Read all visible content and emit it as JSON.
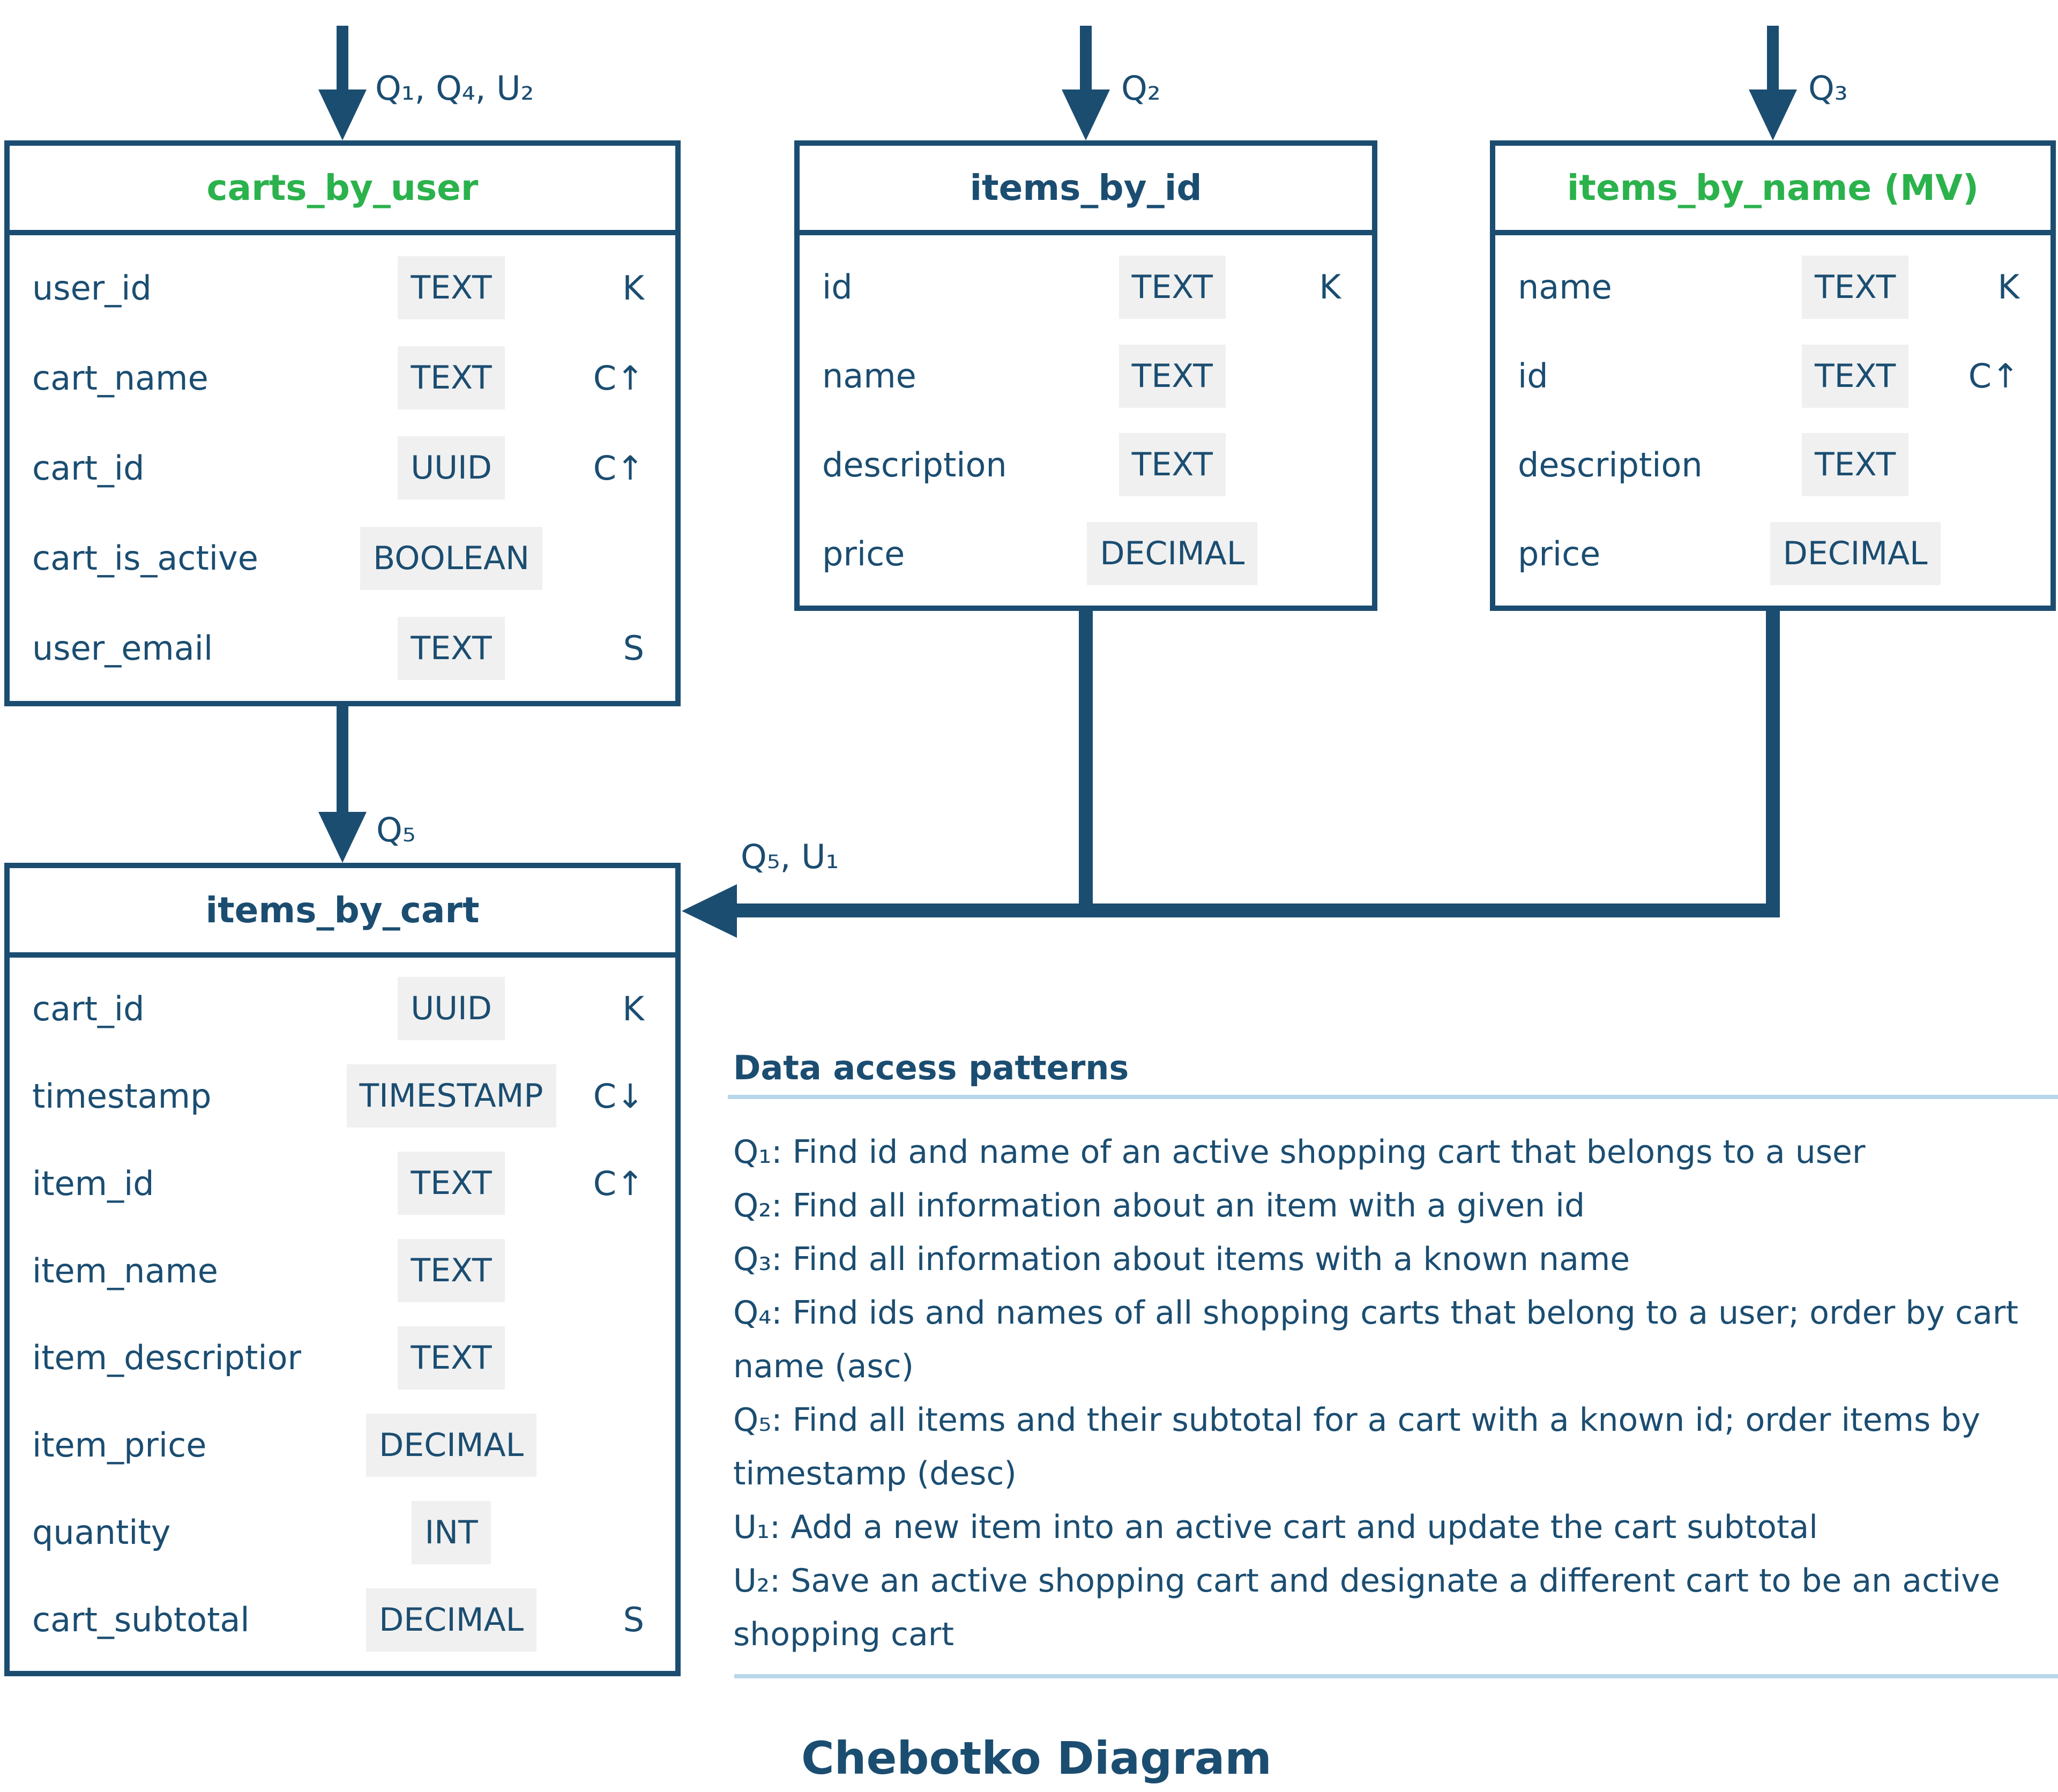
{
  "colors": {
    "navy": "#1b4d71",
    "green": "#2bb24c",
    "type_badge_background": "#f0f0f0",
    "divider_light_blue": "#b9d7ea",
    "background": "#ffffff"
  },
  "tables": [
    {
      "title": "carts_by_user",
      "title_color": "green",
      "columns": [
        {
          "field": "user_id",
          "type": "TEXT",
          "key": "K"
        },
        {
          "field": "cart_name",
          "type": "TEXT",
          "key": "C↑"
        },
        {
          "field": "cart_id",
          "type": "UUID",
          "key": "C↑"
        },
        {
          "field": "cart_is_active",
          "type": "BOOLEAN",
          "key": ""
        },
        {
          "field": "user_email",
          "type": "TEXT",
          "key": "S"
        }
      ]
    },
    {
      "title": "items_by_id",
      "title_color": "navy",
      "columns": [
        {
          "field": "id",
          "type": "TEXT",
          "key": "K"
        },
        {
          "field": "name",
          "type": "TEXT",
          "key": ""
        },
        {
          "field": "description",
          "type": "TEXT",
          "key": ""
        },
        {
          "field": "price",
          "type": "DECIMAL",
          "key": ""
        }
      ]
    },
    {
      "title": "items_by_name (MV)",
      "title_color": "green",
      "columns": [
        {
          "field": "name",
          "type": "TEXT",
          "key": "K"
        },
        {
          "field": "id",
          "type": "TEXT",
          "key": "C↑"
        },
        {
          "field": "description",
          "type": "TEXT",
          "key": ""
        },
        {
          "field": "price",
          "type": "DECIMAL",
          "key": ""
        }
      ]
    },
    {
      "title": "items_by_cart",
      "title_color": "navy",
      "columns": [
        {
          "field": "cart_id",
          "type": "UUID",
          "key": "K"
        },
        {
          "field": "timestamp",
          "type": "TIMESTAMP",
          "key": "C↓"
        },
        {
          "field": "item_id",
          "type": "TEXT",
          "key": "C↑"
        },
        {
          "field": "item_name",
          "type": "TEXT",
          "key": ""
        },
        {
          "field": "item_descriptior",
          "type": "TEXT",
          "key": ""
        },
        {
          "field": "item_price",
          "type": "DECIMAL",
          "key": ""
        },
        {
          "field": "quantity",
          "type": "INT",
          "key": ""
        },
        {
          "field": "cart_subtotal",
          "type": "DECIMAL",
          "key": "S"
        }
      ]
    }
  ],
  "arrow_labels": {
    "into_carts_by_user": "Q₁, Q₄, U₂",
    "into_items_by_id": "Q₂",
    "into_items_by_name": "Q₃",
    "carts_to_items_by_cart": "Q₅",
    "items_to_items_by_cart": "Q₅, U₁"
  },
  "access_patterns": {
    "heading": "Data access patterns",
    "items": [
      "Q₁: Find id and name of an active shopping cart that belongs to a user",
      "Q₂: Find all information about an item with a given id",
      "Q₃: Find all information about items with a known name",
      "Q₄: Find ids and names of all shopping carts that belong to a user; order by cart name (asc)",
      "Q₅: Find all items and their subtotal for a cart with a known id; order items by timestamp (desc)",
      "U₁: Add a new item into an active cart and update the cart subtotal",
      "U₂: Save an active shopping cart and designate a different cart to be an active shopping cart"
    ]
  },
  "footer": {
    "title": "Chebotko Diagram"
  }
}
